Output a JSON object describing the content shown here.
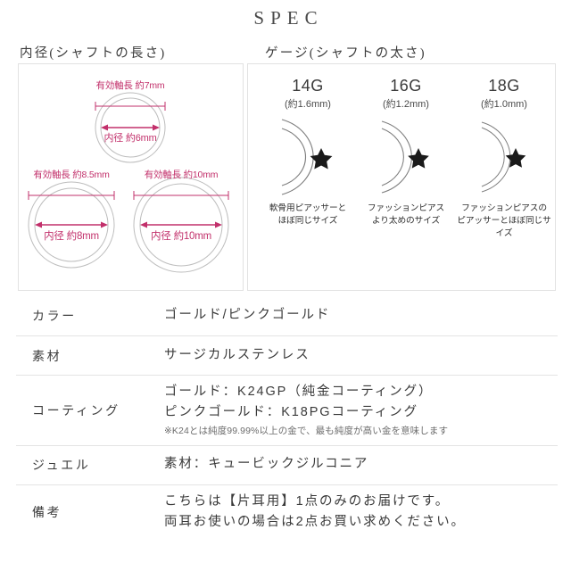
{
  "header": {
    "title": "SPEC"
  },
  "sections": {
    "inner_diameter": {
      "heading": "内径(シャフトの長さ)",
      "rings": [
        {
          "shaft_label": "有効軸長 約7mm",
          "inner_label": "内径 約6mm"
        },
        {
          "shaft_label": "有効軸長 約8.5mm",
          "inner_label": "内径 約8mm"
        },
        {
          "shaft_label": "有効軸長 約10mm",
          "inner_label": "内径 約10mm"
        }
      ]
    },
    "gauge": {
      "heading": "ゲージ(シャフトの太さ)",
      "items": [
        {
          "gauge": "14G",
          "mm": "(約1.6mm)",
          "desc_line1": "軟骨用ピアッサーと",
          "desc_line2": "ほぼ同じサイズ"
        },
        {
          "gauge": "16G",
          "mm": "(約1.2mm)",
          "desc_line1": "ファッションピアス",
          "desc_line2": "より太めのサイズ"
        },
        {
          "gauge": "18G",
          "mm": "(約1.0mm)",
          "desc_line1": "ファッションピアスの",
          "desc_line2": "ピアッサーとほぼ同じサイズ"
        }
      ]
    }
  },
  "spec_table": {
    "rows": [
      {
        "key": "カラー",
        "value_line1": "ゴールド/ピンクゴールド",
        "value_line2": "",
        "note": ""
      },
      {
        "key": "素材",
        "value_line1": "サージカルステンレス",
        "value_line2": "",
        "note": ""
      },
      {
        "key": "コーティング",
        "value_line1": "ゴールド：K24GP（純金コーティング）",
        "value_line2": "ピンクゴールド：K18PGコーティング",
        "note": "※K24とは純度99.99%以上の金で、最も純度が高い金を意味します"
      },
      {
        "key": "ジュエル",
        "value_line1": "素材：キュービックジルコニア",
        "value_line2": "",
        "note": ""
      },
      {
        "key": "備考",
        "value_line1": "こちらは【片耳用】1点のみのお届けです。",
        "value_line2": "両耳お使いの場合は2点お買い求めください。",
        "note": ""
      }
    ]
  },
  "colors": {
    "measure_pink": "#c2306b",
    "ring_gray": "#b9b9b9",
    "border_gray": "#e2e2e2",
    "text_dark": "#3a3a3a",
    "jewel_black": "#1a1a1a"
  }
}
